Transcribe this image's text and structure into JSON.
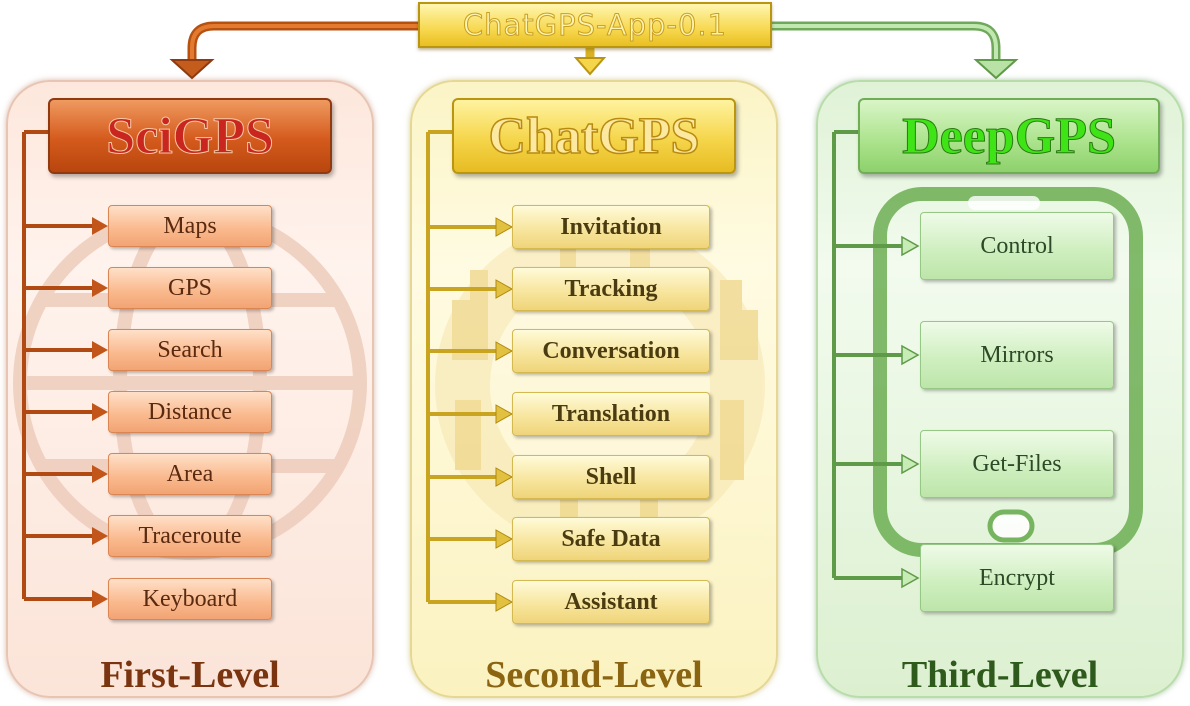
{
  "root": {
    "title": "ChatGPS-App-0.1"
  },
  "columns": [
    {
      "id": "first",
      "module": "SciGPS",
      "level_label": "First-Level",
      "items": [
        "Maps",
        "GPS",
        "Search",
        "Distance",
        "Area",
        "Traceroute",
        "Keyboard"
      ],
      "background_icon": "globe-icon",
      "color": "#d45a1c"
    },
    {
      "id": "second",
      "module": "ChatGPS",
      "level_label": "Second-Level",
      "items": [
        "Invitation",
        "Tracking",
        "Conversation",
        "Translation",
        "Shell",
        "Safe Data",
        "Assistant"
      ],
      "background_icon": "city-illustration",
      "color": "#e7bc22"
    },
    {
      "id": "third",
      "module": "DeepGPS",
      "level_label": "Third-Level",
      "items": [
        "Control",
        "Mirrors",
        "Get-Files",
        "Encrypt"
      ],
      "background_icon": "smartphone-icon",
      "color": "#5fa846"
    }
  ]
}
